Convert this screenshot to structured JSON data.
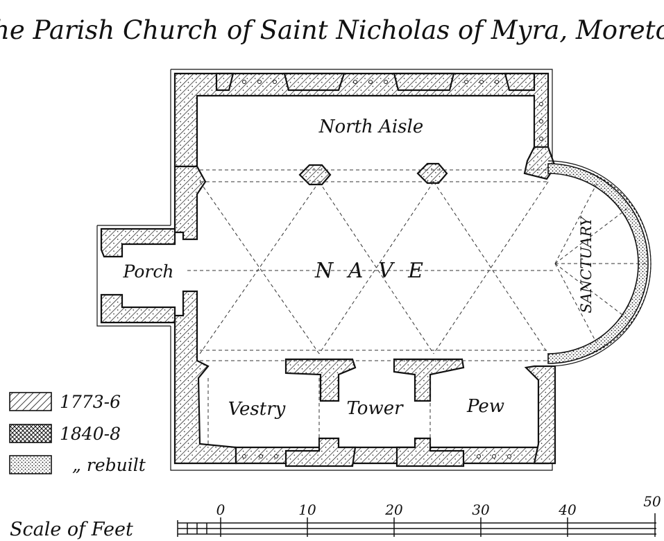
{
  "title": "The Parish Church of Saint Nicholas of Myra, Moreton",
  "rooms": {
    "north_aisle": "North Aisle",
    "nave": "N A V E",
    "porch": "Porch",
    "sanctuary": "SANCTUARY",
    "vestry": "Vestry",
    "tower": "Tower",
    "pew": "Pew"
  },
  "legend": [
    {
      "label": "1773-6",
      "pattern": "hatch"
    },
    {
      "label": "1840-8",
      "pattern": "crosshatch"
    },
    {
      "label": "„ rebuilt",
      "pattern": "dots"
    }
  ],
  "scale": {
    "title": "Scale of Feet",
    "ticks": [
      "0",
      "10",
      "20",
      "30",
      "40",
      "50"
    ]
  }
}
